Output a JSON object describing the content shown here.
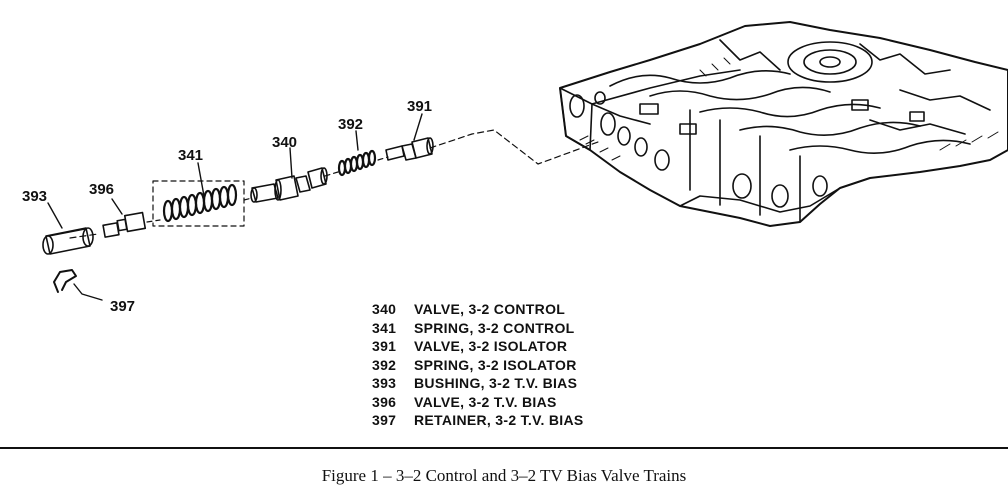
{
  "callouts": {
    "c393": "393",
    "c396": "396",
    "c341": "341",
    "c340": "340",
    "c392": "392",
    "c391": "391",
    "c397": "397"
  },
  "legend": [
    {
      "num": "340",
      "desc": "VALVE, 3-2 CONTROL"
    },
    {
      "num": "341",
      "desc": "SPRING, 3-2 CONTROL"
    },
    {
      "num": "391",
      "desc": "VALVE, 3-2 ISOLATOR"
    },
    {
      "num": "392",
      "desc": "SPRING, 3-2 ISOLATOR"
    },
    {
      "num": "393",
      "desc": "BUSHING, 3-2 T.V. BIAS"
    },
    {
      "num": "396",
      "desc": "VALVE, 3-2 T.V. BIAS"
    },
    {
      "num": "397",
      "desc": "RETAINER, 3-2 T.V. BIAS"
    }
  ],
  "caption": "Figure 1 – 3–2 Control and 3–2 TV Bias Valve Trains"
}
